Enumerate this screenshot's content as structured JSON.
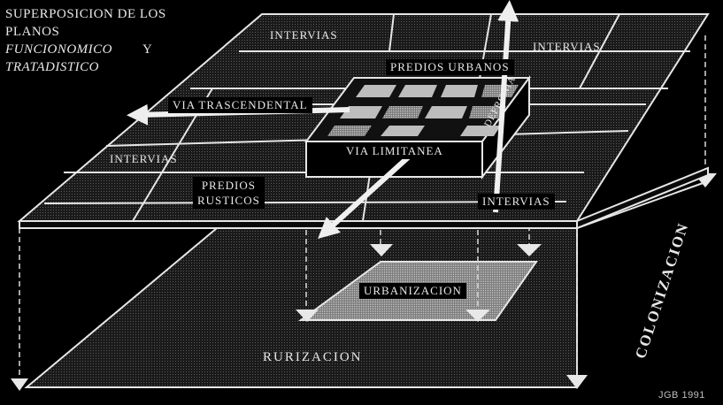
{
  "title": {
    "line1": "SUPERPOSICION DE LOS",
    "line2": "PLANOS",
    "line3a": "FUNCIONOMICO",
    "line3b": "Y",
    "line4": "TRATADISTICO"
  },
  "labels": {
    "intervias_top": "INTERVIAS",
    "intervias_right": "INTERVIAS",
    "intervias_left": "INTERVIAS",
    "intervias_bottom": "INTERVIAS",
    "predios_urbanos": "PREDIOS  URBANOS",
    "via_trascendental": "VIA TRASCENDENTAL",
    "via_limitanea": "VIA LIMITANEA",
    "defronia": "DEFRONIA",
    "predios_rusticos_1": "PREDIOS",
    "predios_rusticos_2": "RUSTICOS",
    "urbanizacion": "URBANIZACION",
    "rurizacion": "RURIZACION",
    "colonizacion": "COLONIZACION",
    "credit": "JGB 1991"
  },
  "colors": {
    "background": "#000000",
    "plane": "#262626",
    "line": "#e6e6e6",
    "urban_light": "#bdbdbd"
  }
}
